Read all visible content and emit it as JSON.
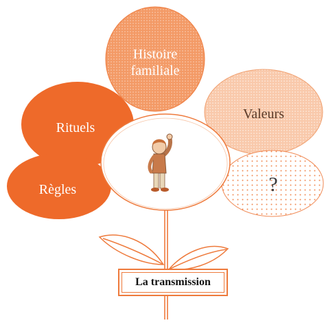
{
  "petals": {
    "histoire": "Histoire\nfamiliale",
    "valeurs": "Valeurs",
    "rituels": "Rituels",
    "regles": "Règles",
    "question": "?"
  },
  "caption": "La transmission",
  "center_icon": "child-figure-icon",
  "colors": {
    "orange_dark": "#ee6a2a",
    "orange_mid": "#f08850",
    "orange_light": "#f6b28a",
    "orange_pale": "#f9cdb2",
    "outline": "#ee7a3c"
  }
}
